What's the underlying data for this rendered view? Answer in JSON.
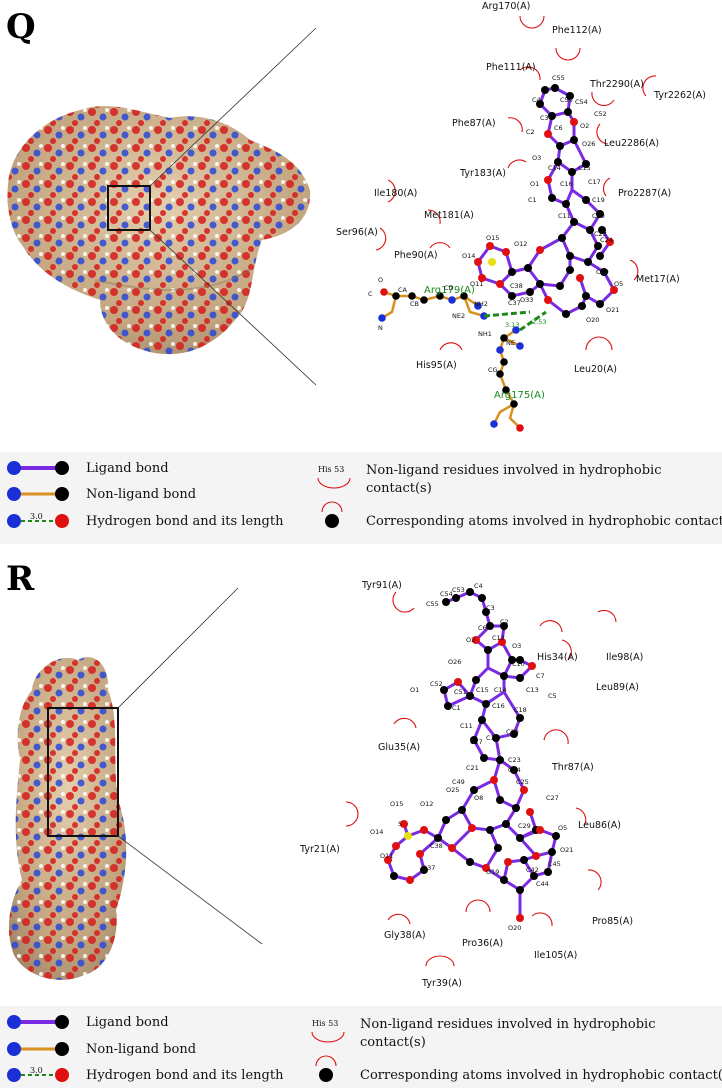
{
  "panels": [
    {
      "letter": "Q",
      "residues": [
        "Arg170(A)",
        "Phe112(A)",
        "Phe111(A)",
        "Thr2290(A)",
        "Tyr2262(A)",
        "Phe87(A)",
        "Leu2286(A)",
        "Tyr183(A)",
        "Ile180(A)",
        "Pro2287(A)",
        "Met181(A)",
        "Ser96(A)",
        "Phe90(A)",
        "Met17(A)",
        "His95(A)",
        "Leu20(A)"
      ],
      "hbond_residues": [
        "Arg179(A)",
        "Arg175(A)"
      ],
      "hbond_lengths": [
        "3.13",
        "2.53"
      ],
      "atom_labels": [
        "C55",
        "C4",
        "C53",
        "C54",
        "C3",
        "C52",
        "C2",
        "C6",
        "O2",
        "O26",
        "C14",
        "C15",
        "O3",
        "O1",
        "C16",
        "C17",
        "C1",
        "C19",
        "C11",
        "C20",
        "C23",
        "C24",
        "C29",
        "O15",
        "O12",
        "O14",
        "O11",
        "C38",
        "C37",
        "O5",
        "O21",
        "O20",
        "O33",
        "NH2",
        "NE2",
        "NH1",
        "C",
        "O",
        "CA",
        "N",
        "CB",
        "CD",
        "CG",
        "NE"
      ]
    },
    {
      "letter": "R",
      "residues": [
        "Tyr91(A)",
        "His34(A)",
        "Ile98(A)",
        "Leu89(A)",
        "Glu35(A)",
        "Thr87(A)",
        "Tyr21(A)",
        "Leu86(A)",
        "Gly38(A)",
        "Pro36(A)",
        "Pro85(A)",
        "Ile105(A)",
        "Tyr39(A)"
      ],
      "atom_labels": [
        "C54",
        "C53",
        "C4",
        "C55",
        "C3",
        "C2",
        "C6",
        "O2",
        "C12",
        "O3",
        "O26",
        "C10",
        "C7",
        "O1",
        "C52",
        "C51",
        "C15",
        "C14",
        "C13",
        "C5",
        "C1",
        "C16",
        "C18",
        "C11",
        "C17",
        "C19",
        "C20",
        "C21",
        "C23",
        "C24",
        "C49",
        "C25",
        "O25",
        "O8",
        "O15",
        "O12",
        "C27",
        "C29",
        "O5",
        "O14",
        "S",
        "O11",
        "C38",
        "O21",
        "C45",
        "O37",
        "O19",
        "C42",
        "C44",
        "O20"
      ]
    }
  ],
  "legend": {
    "ligand_bond": "Ligand bond",
    "non_ligand_bond": "Non-ligand bond",
    "hydrogen_bond": "Hydrogen bond and its length",
    "hbond_example": "3.0",
    "his_example": "His 53",
    "non_ligand_residues": "Non-ligand residues involved in hydrophobic",
    "contacts": "contact(s)",
    "corresponding_atoms": "Corresponding atoms involved in hydrophobic contact(s)"
  },
  "colors": {
    "ligand_bond": "#7a2be2",
    "non_ligand_bond": "#d8901e",
    "hbond": "#1b8a1b",
    "arc": "#d11111",
    "oxygen": "#e01010",
    "nitrogen": "#1a2fd6",
    "sulfur": "#e8e010",
    "carbon": "#000000",
    "surface": "#c8ae8a"
  }
}
